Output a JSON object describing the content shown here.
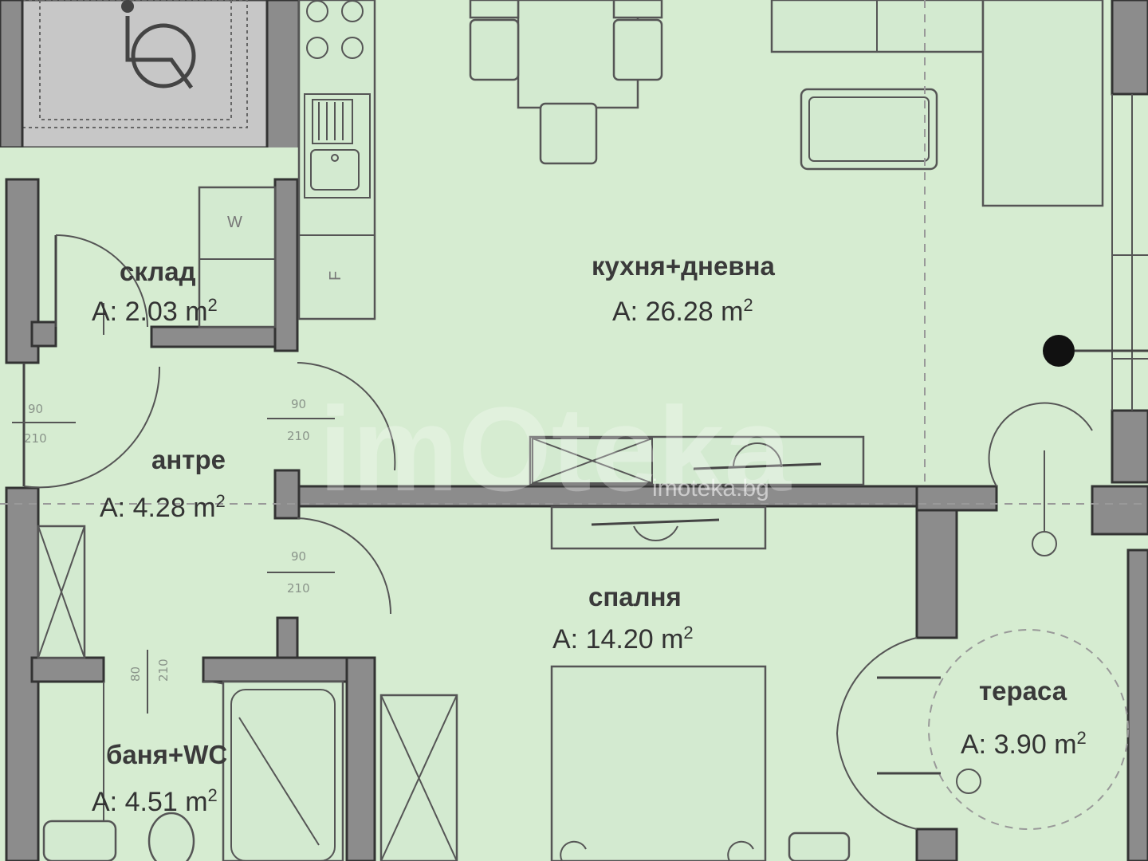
{
  "rooms": {
    "storage": {
      "name": "склад",
      "area": "A: 2.03 m",
      "unit_sup": "2"
    },
    "kitchen": {
      "name": "кухня+дневна",
      "area": "A: 26.28 m",
      "unit_sup": "2"
    },
    "hallway": {
      "name": "антре",
      "area": "A: 4.28 m",
      "unit_sup": "2"
    },
    "bedroom": {
      "name": "спалня",
      "area": "A: 14.20 m",
      "unit_sup": "2"
    },
    "terrace": {
      "name": "тераса",
      "area": "A: 3.90 m",
      "unit_sup": "2"
    },
    "bathroom": {
      "name": "баня+WC",
      "area": "A: 4.51 m",
      "unit_sup": "2"
    }
  },
  "appliances": {
    "washer": "W",
    "fridge": "F"
  },
  "door_dims": {
    "hall_left_w": "90",
    "hall_left_h": "210",
    "hall_right_w": "90",
    "hall_right_h": "210",
    "bed_door_w": "90",
    "bed_door_h": "210",
    "bath_door_w": "80",
    "bath_door_h": "210"
  },
  "watermark": {
    "logo": "imOteka",
    "site": "imoteka.bg"
  },
  "colors": {
    "floor": "#d6ecd1",
    "wall": "#8c8c8c",
    "line": "#444444"
  },
  "icons": [
    "wheelchair-icon",
    "stove-icon",
    "sink-icon",
    "dining-table-icon",
    "sofa-icon",
    "bed-icon",
    "bathtub-icon",
    "wardrobe-icon",
    "door-swing-icon"
  ]
}
